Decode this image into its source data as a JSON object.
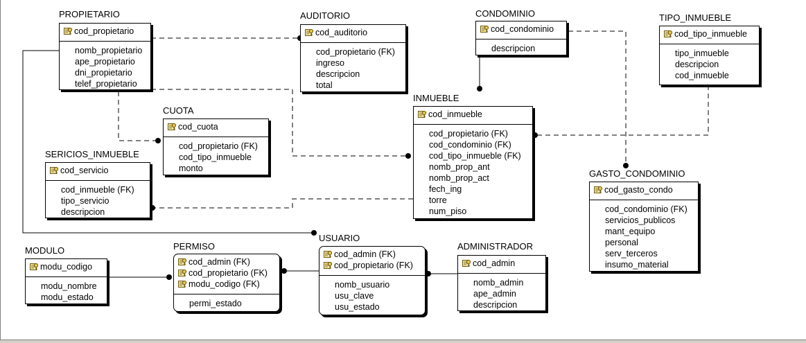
{
  "entities": {
    "propietario": {
      "title": "PROPIETARIO",
      "pk": [
        "cod_propietario"
      ],
      "attrs": [
        "nomb_propietario",
        "ape_propietario",
        "dni_propietario",
        "telef_propietario"
      ]
    },
    "auditorio": {
      "title": "AUDITORIO",
      "pk": [
        "cod_auditorio"
      ],
      "attrs": [
        "cod_propietario (FK)",
        "ingreso",
        "descripcion",
        "total"
      ]
    },
    "condominio": {
      "title": "CONDOMINIO",
      "pk": [
        "cod_condominio"
      ],
      "attrs": [
        "descripcion"
      ]
    },
    "tipo_inmueble": {
      "title": "TIPO_INMUEBLE",
      "pk": [
        "cod_tipo_inmueble"
      ],
      "attrs": [
        "tipo_inmueble",
        "descripcion",
        "cod_inmueble"
      ]
    },
    "cuota": {
      "title": "CUOTA",
      "pk": [
        "cod_cuota"
      ],
      "attrs": [
        "cod_propietario (FK)",
        "cod_tipo_inmueble",
        "monto"
      ]
    },
    "inmueble": {
      "title": "INMUEBLE",
      "pk": [
        "cod_inmueble"
      ],
      "attrs": [
        "cod_propietario (FK)",
        "cod_condominio (FK)",
        "cod_tipo_inmueble (FK)",
        "nomb_prop_ant",
        "nomb_prop_act",
        "fech_ing",
        "torre",
        "num_piso"
      ]
    },
    "sericios_inmueble": {
      "title": "SERICIOS_INMUEBLE",
      "pk": [
        "cod_servicio"
      ],
      "attrs": [
        "cod_inmueble (FK)",
        "tipo_servicio",
        "descripcion"
      ]
    },
    "gasto_condominio": {
      "title": "GASTO_CONDOMINIO",
      "pk": [
        "cod_gasto_condo"
      ],
      "attrs": [
        "cod_condominio (FK)",
        "servicios_publicos",
        "mant_equipo",
        "personal",
        "serv_terceros",
        "insumo_material"
      ]
    },
    "modulo": {
      "title": "MODULO",
      "pk": [
        "modu_codigo"
      ],
      "attrs": [
        "modu_nombre",
        "modu_estado"
      ]
    },
    "permiso": {
      "title": "PERMISO",
      "pk": [
        "cod_admin (FK)",
        "cod_propietario (FK)",
        "modu_codigo (FK)"
      ],
      "attrs": [
        "permi_estado"
      ]
    },
    "usuario": {
      "title": "USUARIO",
      "pk": [
        "cod_admin (FK)",
        "cod_propietario (FK)"
      ],
      "attrs": [
        "nomb_usuario",
        "usu_clave",
        "usu_estado"
      ]
    },
    "administrador": {
      "title": "ADMINISTRADOR",
      "pk": [
        "cod_admin"
      ],
      "attrs": [
        "nomb_admin",
        "ape_admin",
        "descripcion"
      ]
    }
  }
}
